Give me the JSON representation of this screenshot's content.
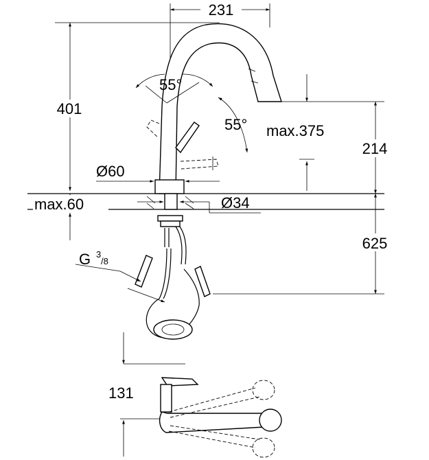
{
  "labels": {
    "spout_reach": "231",
    "total_height": "401",
    "lever_angle_front": "55°",
    "lever_angle_side": "55°",
    "max_spout_height": "max.375",
    "spout_height": "214",
    "base_diameter": "Ø60",
    "max_deck_thickness": "max.60",
    "hole_diameter": "Ø34",
    "hose_length": "625",
    "connection_thread_main": "G",
    "connection_thread_sup": "3",
    "connection_thread_sub": "/8",
    "plan_depth": "131"
  }
}
